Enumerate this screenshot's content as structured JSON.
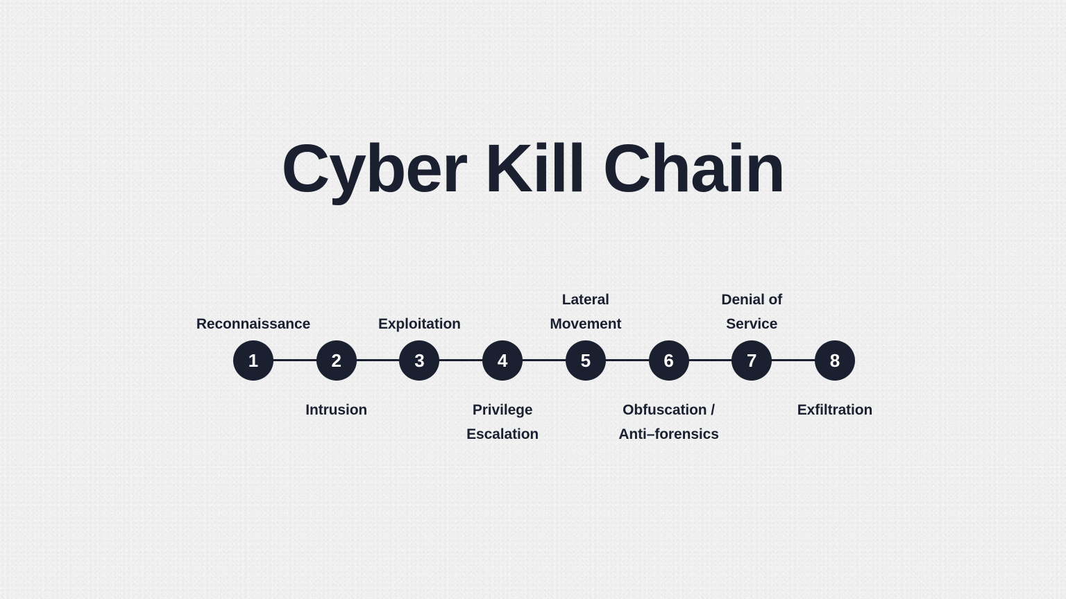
{
  "slide": {
    "title": "Cyber Kill Chain",
    "background_color": "#f0f0f0",
    "accent_color": "#1b2030",
    "node_text_color": "#ffffff"
  },
  "timeline": {
    "orientation": "horizontal",
    "node_count": 8,
    "stages": [
      {
        "number": "1",
        "label": "Reconnaissance",
        "position": "above"
      },
      {
        "number": "2",
        "label": "Intrusion",
        "position": "below"
      },
      {
        "number": "3",
        "label": "Exploitation",
        "position": "above"
      },
      {
        "number": "4",
        "label": "Privilege\nEscalation",
        "position": "below"
      },
      {
        "number": "5",
        "label": "Lateral\nMovement",
        "position": "above"
      },
      {
        "number": "6",
        "label": "Obfuscation /\nAnti–forensics",
        "position": "below"
      },
      {
        "number": "7",
        "label": "Denial of\nService",
        "position": "above"
      },
      {
        "number": "8",
        "label": "Exfiltration",
        "position": "below"
      }
    ]
  }
}
